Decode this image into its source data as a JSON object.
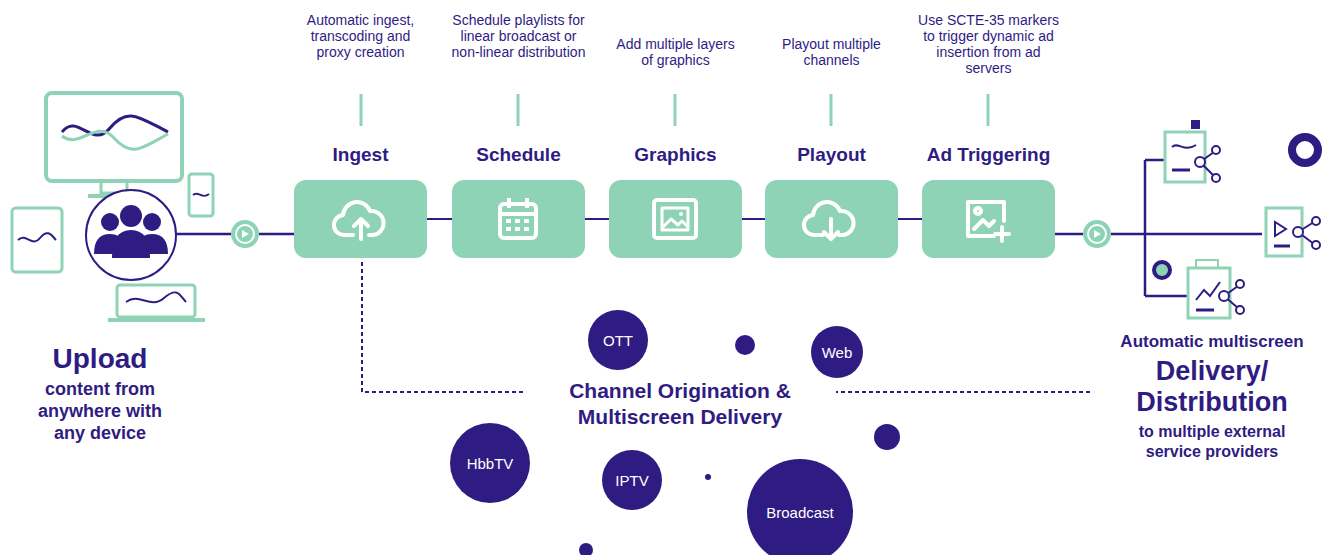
{
  "diagram": {
    "nodes": [
      {
        "text": [
          "Automatic ingest, transcoding and proxy creation",
          "Ingest"
        ]
      },
      {
        "text": [
          "Schedule playlists for linear broadcast or non-linear distribution",
          "Schedule"
        ]
      },
      {
        "text": [
          "Add multiple layers of graphics",
          "Graphics"
        ]
      },
      {
        "text": [
          "Playout multiple channels",
          "Playout"
        ]
      },
      {
        "text": [
          "Use SCTE-35 markers to trigger dynamic ad insertion from ad servers",
          "Ad Triggering"
        ]
      },
      {
        "text": [
          "OTT"
        ]
      },
      {
        "text": [
          "Web"
        ]
      },
      {
        "text": [
          "HbbTV"
        ]
      },
      {
        "text": [
          "IPTV"
        ]
      },
      {
        "text": [
          "Broadcast"
        ]
      }
    ],
    "edges": [
      {
        "from": 0,
        "to": 1,
        "arrow": "none"
      },
      {
        "from": 1,
        "to": 2,
        "arrow": "none"
      },
      {
        "from": 2,
        "to": 3,
        "arrow": "none"
      },
      {
        "from": 3,
        "to": 4,
        "arrow": "none"
      }
    ],
    "labels": [
      "Upload",
      "content from anywhere with any device",
      "Channel Origination & Multiscreen Delivery",
      "Automatic multiscreen",
      "Delivery/ Distribution",
      "to multiple external service providers"
    ]
  }
}
